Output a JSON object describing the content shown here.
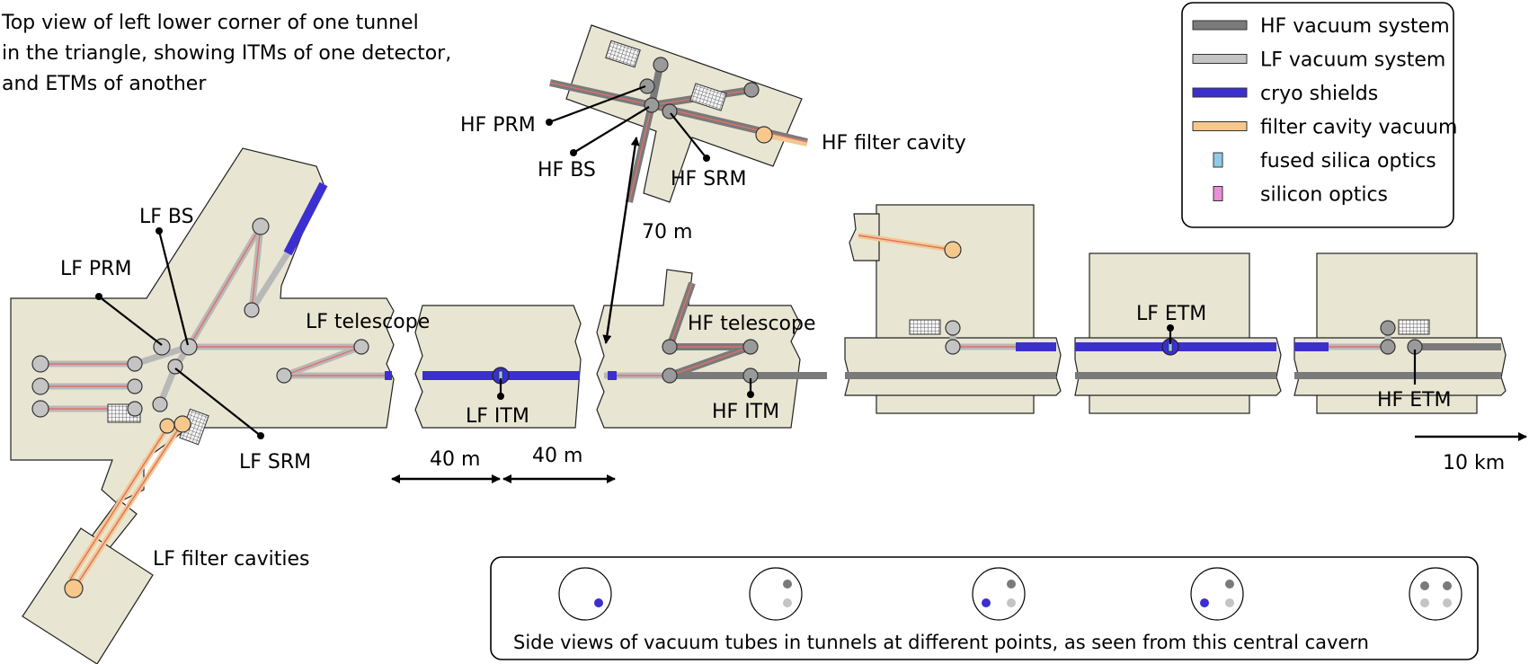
{
  "title_lines": [
    "Top view of left lower corner of one tunnel",
    "in the triangle,  showing ITMs of one detector,",
    "and ETMs of another"
  ],
  "legend": {
    "items": [
      {
        "label": "HF vacuum system",
        "swatch": "#7a7a7a",
        "kind": "bar"
      },
      {
        "label": "LF vacuum system",
        "swatch": "#c4c4c4",
        "kind": "bar"
      },
      {
        "label": "cryo shields",
        "swatch": "#3b2fd0",
        "kind": "bar"
      },
      {
        "label": "filter cavity vacuum",
        "swatch": "#f6c88c",
        "kind": "bar"
      },
      {
        "label": "fused silica optics",
        "swatch": "#8fcbe8",
        "kind": "chip"
      },
      {
        "label": "silicon optics",
        "swatch": "#e88fd6",
        "kind": "chip"
      }
    ]
  },
  "labels": {
    "lf_bs": "LF BS",
    "lf_prm": "LF PRM",
    "lf_srm": "LF SRM",
    "lf_telescope": "LF telescope",
    "lf_filter_cavities": "LF filter cavities",
    "lf_itm": "LF ITM",
    "lf_etm": "LF ETM",
    "hf_prm": "HF PRM",
    "hf_bs": "HF BS",
    "hf_srm": "HF SRM",
    "hf_filter_cavity": "HF filter cavity",
    "hf_telescope": "HF telescope",
    "hf_itm": "HF ITM",
    "hf_etm": "HF ETM"
  },
  "dimensions": {
    "d1": "40 m",
    "d2": "40 m",
    "d3": "70 m",
    "d4": "10 km"
  },
  "side_views": {
    "caption": "Side views of vacuum tubes in tunnels at different points, as seen from this central cavern"
  },
  "colors": {
    "cavern": "#e8e6d2",
    "hf_vacuum": "#7a7a7a",
    "lf_vacuum": "#c4c4c4",
    "cryo": "#3b2fd0",
    "filter_cavity": "#f6c88c",
    "beam": "#e0706a"
  }
}
